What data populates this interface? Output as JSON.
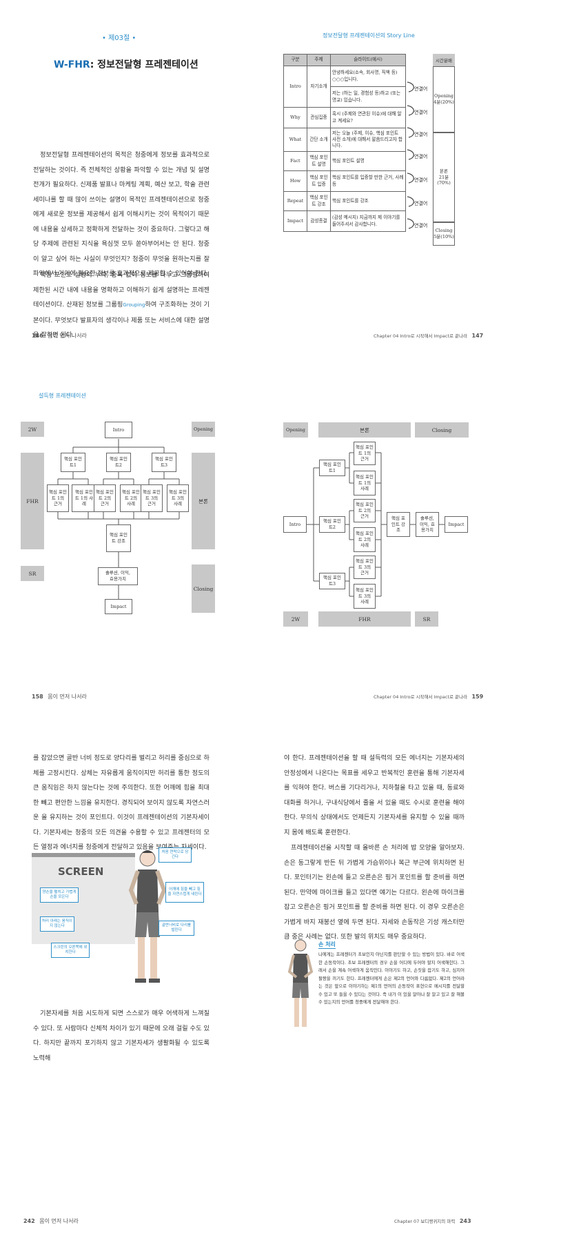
{
  "spread1": {
    "left": {
      "section_label": "• 제03절 •",
      "title_prefix": "W-FHR",
      "title_main": ": 정보전달형 프레젠테이션",
      "paragraphs": [
        "정보전달형 프레젠테이션의 목적은 청중에게 정보를 효과적으로 전달하는 것이다. 즉 전체적인 상황을 파악할 수 있는 개념 및 설명 전개가 필요하다. 신제품 발표나 마케팅 계획, 예산 보고, 학술 관련 세미나를 할 때 많이 쓰이는 설명이 목적인 프레젠테이션으로 청중에게 새로운 정보를 제공해서 쉽게 이해시키는 것이 목적이기 때문에 내용을 상세하고 정확하게 전달하는 것이 중요하다. 그렇다고 해당 주제에 관련된 지식을 욕심껏 모두 쏟아부어서는 안 된다. 청중이 알고 싶어 하는 사실이 무엇인지? 청중이 무엇을 원하는지를 잘 파악해서 거기에 필요한 정보를 효과적으로 제공할 수 있어야 한다.",
        "핵심 포인트 설명의 누락, 중복 없이 정보를 나누고 그룹핑하여 제한된 시간 내에 내용을 명확하고 이해하기 쉽게 설명하는 프레젠테이션이다. 산재된 정보를 그룹핑",
        "하여 구조화하는 것이 기본이다. 무엇보다 발표자의 생각이나 제품 또는 서비스에 대한 설명을 잘하면 된다."
      ],
      "grouping_word": "Grouping",
      "folio": "146",
      "folio_title": "몸이 먼저 나서라"
    },
    "right": {
      "heading": "정보전달형 프레젠테이션의 Story Line",
      "table_headers": [
        "구분",
        "주제",
        "슬라이드(예시)"
      ],
      "time_header": "시간분배",
      "rows": [
        {
          "section": "Intro",
          "topic": "자기소개",
          "examples": [
            "안녕하세요(소속, 회사명, 직책 등) ○○○입니다.",
            "저는 (하는 일, 경험성 등)하고 (또는 명교) 있습니다."
          ]
        },
        {
          "section": "Why",
          "topic": "관심집중",
          "examples": [
            "혹시 (주제와 연관된 이슈)에 대해 알고 계세요?"
          ]
        },
        {
          "section": "What",
          "topic": "간단 소개",
          "examples": [
            "저는 오늘 (주제, 이슈, 핵심 포인트 사전 소개)에 대해서 말씀드리고자 합니다."
          ]
        },
        {
          "section": "Fact",
          "topic": "핵심 포인트 설명",
          "examples": [
            "핵심 포인트 설명"
          ]
        },
        {
          "section": "How",
          "topic": "핵심 포인트 입증",
          "examples": [
            "핵심 포인트를 입증할 만한 근거, 사례 등"
          ]
        },
        {
          "section": "Repeat",
          "topic": "핵심 포인트 강조",
          "examples": [
            "핵심 포인트를 강조"
          ]
        },
        {
          "section": "Impact",
          "topic": "감성종결",
          "examples": [
            "(감성 메시지) 지금까지 제 이야기를 들어주셔서 감사합니다."
          ]
        }
      ],
      "link_label": "연결어",
      "time_opening": [
        "Opening",
        "4분(20%)"
      ],
      "time_body": [
        "본론",
        "21분",
        "(70%)"
      ],
      "time_closing": [
        "Closing",
        "5분(10%)"
      ],
      "folio": "147",
      "folio_title": "Chapter 04 Intro로 시작해서 Impact로 끝나라"
    }
  },
  "spread2": {
    "left": {
      "heading": "설득형 프레젠테이션",
      "side_labels": {
        "w2": "2W",
        "fhr": "FHR",
        "sr": "SR",
        "opening": "Opening",
        "body": "본론",
        "closing": "Closing"
      },
      "intro": "Intro",
      "points": [
        "핵심 포인트1",
        "핵심 포인트2",
        "핵심 포인트3"
      ],
      "evidence": [
        "핵심 포인트 1의 근거",
        "핵심 포인트 1의 사례",
        "핵심 포인트 2의 근거",
        "핵심 포인트 2의 사례",
        "핵심 포인트 3의 근거",
        "핵심 포인트 3의 사례"
      ],
      "emphasis": "핵심 포인트 강조",
      "solution": "솔루션, 이익, 효용가치",
      "impact": "Impact",
      "folio": "158",
      "folio_title": "몸이 먼저 나서라"
    },
    "right": {
      "top_labels": {
        "opening": "Opening",
        "body": "본론",
        "closing": "Closing"
      },
      "bottom_labels": {
        "w2": "2W",
        "fhr": "FHR",
        "sr": "SR"
      },
      "intro": "Intro",
      "points": [
        "핵심 포인트1",
        "핵심 포인트2",
        "핵심 포인트3"
      ],
      "evidence": [
        "핵심 포인트 1의 근거",
        "핵심 포인트 1의 사례",
        "핵심 포인트 2의 근거",
        "핵심 포인트 2의 사례",
        "핵심 포인트 3의 근거",
        "핵심 포인트 3의 사례"
      ],
      "emphasis": "핵심 포인트 강조",
      "solution": "솔루션, 이익, 효용가치",
      "impact": "Impact",
      "folio": "159",
      "folio_title": "Chapter 04 Intro로 시작해서 Impact로 끝나라"
    }
  },
  "spread3": {
    "left": {
      "para1": "를 잡았으면 골반 너비 정도로 양다리를 벌리고 허리를 중심으로 하체를 고정시킨다. 상체는 자유롭게 움직이지만 허리를 통한 정도의 큰 움직임은 하지 않는다는 것에 주의한다. 또한 어깨에 힘을 최대한 빼고 편안한 느낌을 유지한다. 경직되어 보이지 않도록 자연스러운 을 유지하는 것이 포인트다. 이것이 프레젠테이션의 기본자세이다. 기본자세는 청중의 모든 의견을 수용할 수 있고 프레젠터의 모든 열정과 에너지를 청중에게 전달하고 있음을 보여주는 자세이다.",
      "screen_label": "SCREEN",
      "callouts": [
        "처음 연락으로 당긴다",
        "양손을 펼치고 가볍게 손을 모은다",
        "어깨에 힘을 빼고 힘을 자연스럽게 내린다",
        "허리 아래는 움직이지 않는다",
        "골반너비로 다리를 벌린다",
        "스크린의 오른쪽에 위치한다"
      ],
      "para2": "기본자세를 처음 시도하게 되면 스스로가 매우 어색하게 느껴질 수 있다. 또 사람마다 신체적 차이가 있기 때문에 오래 걸릴 수도 있다. 하지만 끝까지 포기하지 않고 기본자세가 생활화될 수 있도록 노력해",
      "folio": "242",
      "folio_title": "몸이 먼저 나서라"
    },
    "right": {
      "para1": "야 한다. 프레젠테이션을 할 때 설득력의 모든 에너지는 기본자세의 안정성에서 나온다는 목표를 세우고 반복적인 훈련을 통해 기본자세를 익혀야 한다. 버스를 기다리거나, 지하철을 타고 있을 때, 동료와 대화를 하거나, 구내식당에서 줄을 서 있을 때도 수시로 훈련을 해야 한다. 무의식 상태에서도 언제든지 기본자세를 유지할 수 있을 때까지 몸에 배도록 훈련한다.",
      "para2": "프레젠테이션을 시작할 때 올바른 손 처리에 밥 모양을 알아보자. 손은 동그랗게 반든 뒤 가볍게 가슴위이나 복근 부근에 위치하면 된다. 포인터기는 왼손에 들고 오른손은 핑거 포인트를 할 준비를 하면 된다. 만약에 마이크를 들고 있다면 얘기는 다르다. 왼손에 마이크를 잡고 오른손은 핑거 포인트를 할 준비를 하면 된다. 이 경우 오른손은 가볍게 바지 재봉선 옆에 두면 된다. 자세와 손동작은 기성 캐스터만큼 중은 사례는 없다. 또한 발의 위치도 매우 중요하다.",
      "box_title": "손 처리",
      "box_text": "나에게는 프레젠터가 초보인지 아닌지를 판단할 수 있는 방법이 있다. 바로 어색한 손동작이다. 초보 프레젠터의 경우 손을 어디에 두어야 할지 어색해한다. 그래서 손을 계속 어색하게 움직인다. 이야기도 하고, 손짓을 잡기도 하고, 심지어 팔짱을 끼기도 한다. 프레젠터에게 손은 제2의 언어와 다름없다. 제2의 언어라는 것은 앞으로 이야기하는 제1의 언어의 손동작이 표현으로 메시지를 전달할 수 있고 또 들을 수 있다는 것이다. 즉 내가 이 있을 알아나 잘 알고 있고 잘 해볼 수 있는지의 언어를 청중에게 전달해야 한다.",
      "folio": "243",
      "folio_title": "Chapter 07 보디랭귀지의 마력"
    }
  },
  "colors": {
    "accent_blue": "#2d8fc9",
    "title_blue": "#1a6fb3",
    "gray_box": "#c8c8c8"
  }
}
